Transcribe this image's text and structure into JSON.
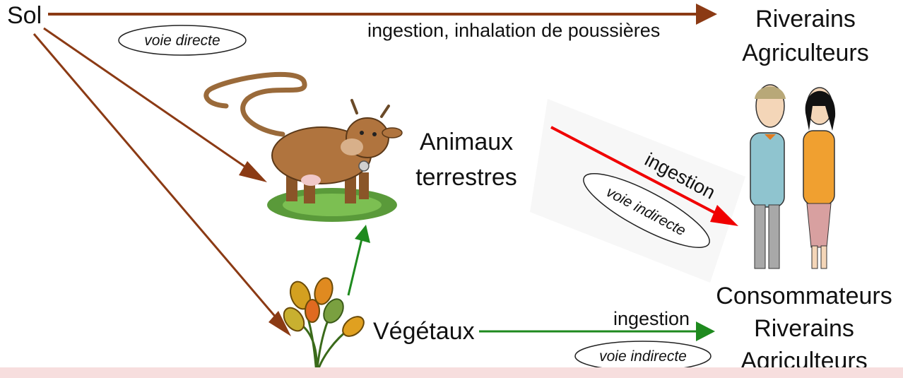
{
  "colors": {
    "arrow_brown": "#8b3a14",
    "arrow_green": "#1e8a1e",
    "arrow_red": "#f00000",
    "band": "#f7dede"
  },
  "nodes": {
    "sol": "Sol",
    "animaux_line1": "Animaux",
    "animaux_line2": "terrestres",
    "vegetaux": "Végétaux",
    "top_target_line1": "Riverains",
    "top_target_line2": "Agriculteurs",
    "bottom_target_line1": "Consommateurs",
    "bottom_target_line2": "Riverains",
    "bottom_target_line3": "Agriculteurs"
  },
  "edges": {
    "direct_label": "ingestion, inhalation de poussières",
    "direct_tag": "voie directe",
    "animal_label": "ingestion",
    "animal_tag": "voie indirecte",
    "plant_label": "ingestion",
    "plant_tag": "voie indirecte"
  },
  "icons": {
    "cow": "cow-icon",
    "plants": "plants-icon",
    "people": "people-icon"
  }
}
